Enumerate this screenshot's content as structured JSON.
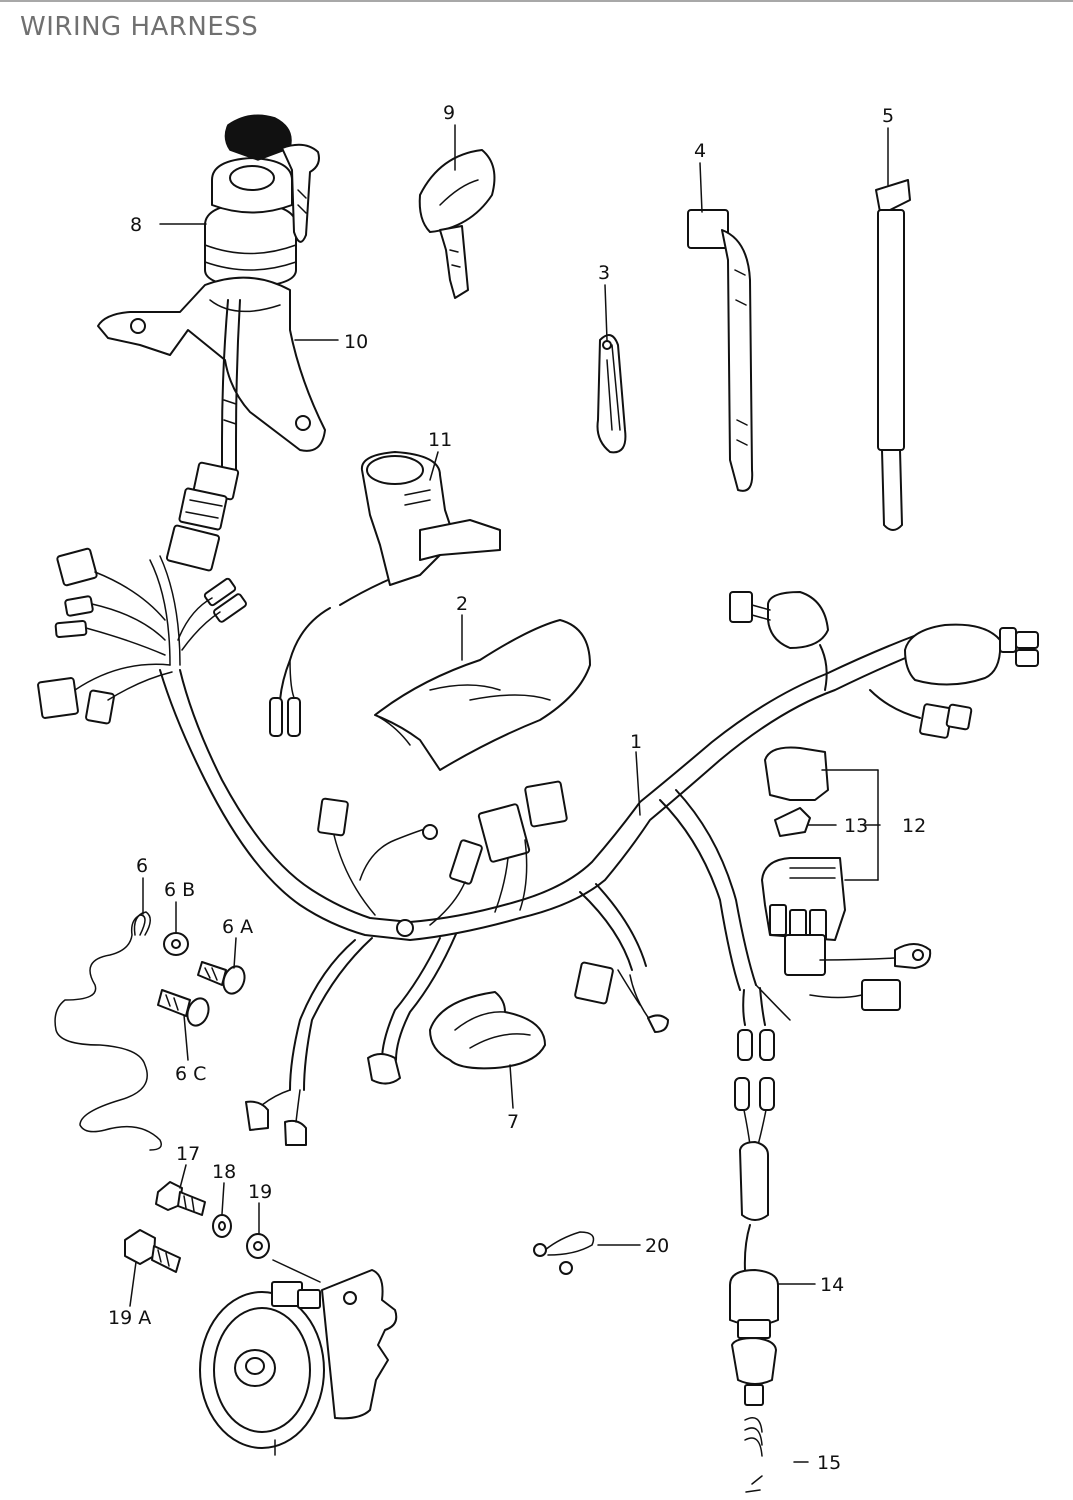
{
  "title": "WIRING HARNESS",
  "callouts": [
    {
      "id": "c1",
      "text": "1"
    },
    {
      "id": "c2",
      "text": "2"
    },
    {
      "id": "c3",
      "text": "3"
    },
    {
      "id": "c4",
      "text": "4"
    },
    {
      "id": "c5",
      "text": "5"
    },
    {
      "id": "c6",
      "text": "6"
    },
    {
      "id": "c6b",
      "text": "6 B"
    },
    {
      "id": "c6a",
      "text": "6 A"
    },
    {
      "id": "c6c",
      "text": "6 C"
    },
    {
      "id": "c7",
      "text": "7"
    },
    {
      "id": "c8",
      "text": "8"
    },
    {
      "id": "c9",
      "text": "9"
    },
    {
      "id": "c10",
      "text": "10"
    },
    {
      "id": "c11",
      "text": "11"
    },
    {
      "id": "c12",
      "text": "12"
    },
    {
      "id": "c13",
      "text": "13"
    },
    {
      "id": "c14",
      "text": "14"
    },
    {
      "id": "c15",
      "text": "15"
    },
    {
      "id": "c17",
      "text": "17"
    },
    {
      "id": "c18",
      "text": "18"
    },
    {
      "id": "c19",
      "text": "19"
    },
    {
      "id": "c19a",
      "text": "19 A"
    },
    {
      "id": "c20",
      "text": "20"
    }
  ]
}
